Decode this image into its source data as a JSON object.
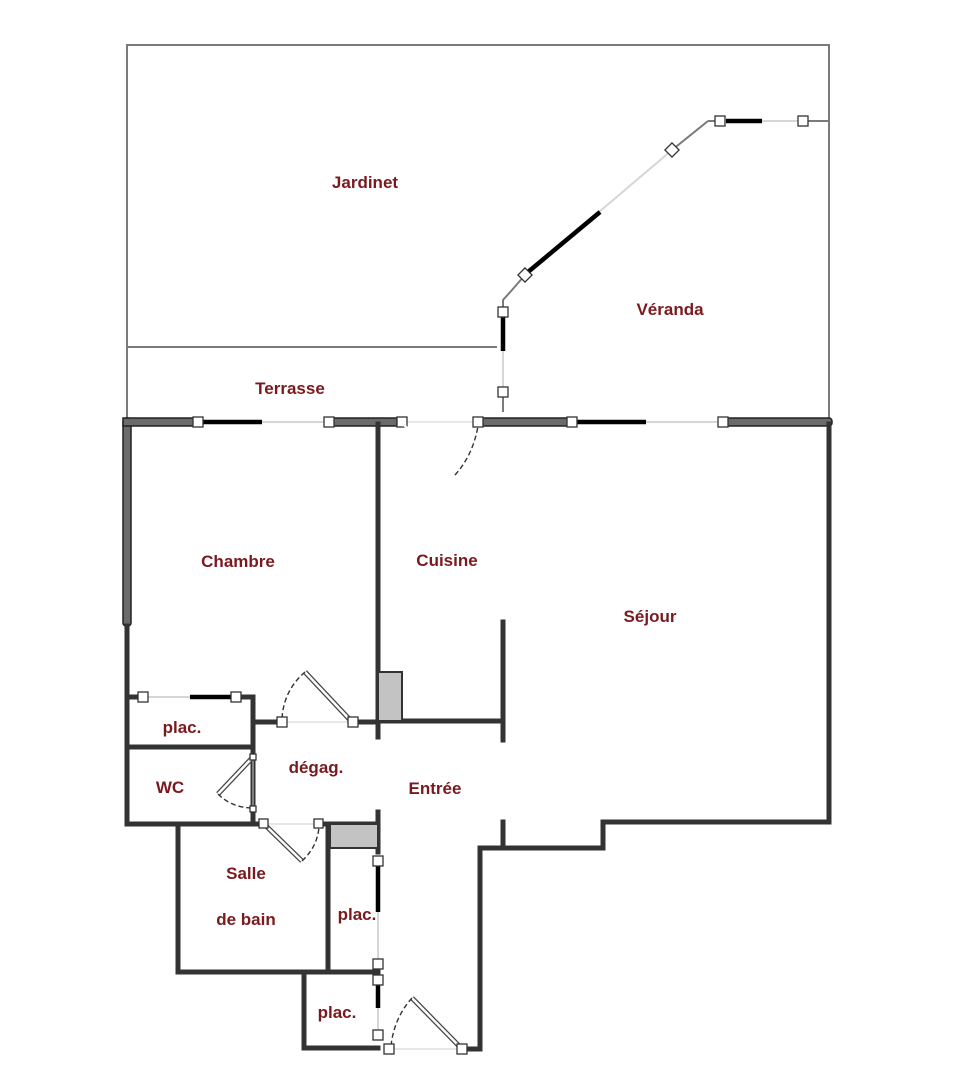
{
  "plan": {
    "type": "floor-plan",
    "label_color": "#7a1a1f",
    "wall_color": "#333333",
    "rooms": [
      {
        "id": "jardinet",
        "label": "Jardinet"
      },
      {
        "id": "veranda",
        "label": "Véranda"
      },
      {
        "id": "terrasse",
        "label": "Terrasse"
      },
      {
        "id": "chambre",
        "label": "Chambre"
      },
      {
        "id": "cuisine",
        "label": "Cuisine"
      },
      {
        "id": "sejour",
        "label": "Séjour"
      },
      {
        "id": "placard-chambre",
        "label": "plac."
      },
      {
        "id": "degagement",
        "label": "dégag."
      },
      {
        "id": "wc",
        "label": "WC"
      },
      {
        "id": "entree",
        "label": "Entrée"
      },
      {
        "id": "salle-de-bain",
        "label_line1": "Salle",
        "label_line2": "de bain"
      },
      {
        "id": "placard-entree-1",
        "label": "plac."
      },
      {
        "id": "placard-entree-2",
        "label": "plac."
      }
    ]
  }
}
